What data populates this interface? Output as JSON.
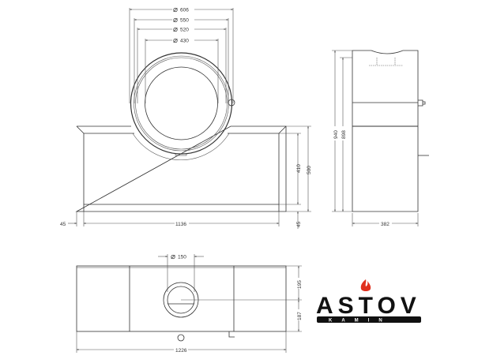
{
  "front_view": {
    "diameters": [
      "606",
      "550",
      "520",
      "430"
    ],
    "height_total": "500",
    "height_inner": "410",
    "bottom_offset": "45",
    "left_offset": "45",
    "inner_width": "1136"
  },
  "side_view": {
    "height_total": "940",
    "height_inner": "898",
    "depth": "382"
  },
  "top_view": {
    "flue_diameter": "150",
    "front_to_flue": "195",
    "flue_to_back": "187",
    "width_total": "1226"
  },
  "logo": {
    "brand": "ASTOV",
    "subtitle": "KAMIN",
    "flame_color": "#e0301e"
  }
}
